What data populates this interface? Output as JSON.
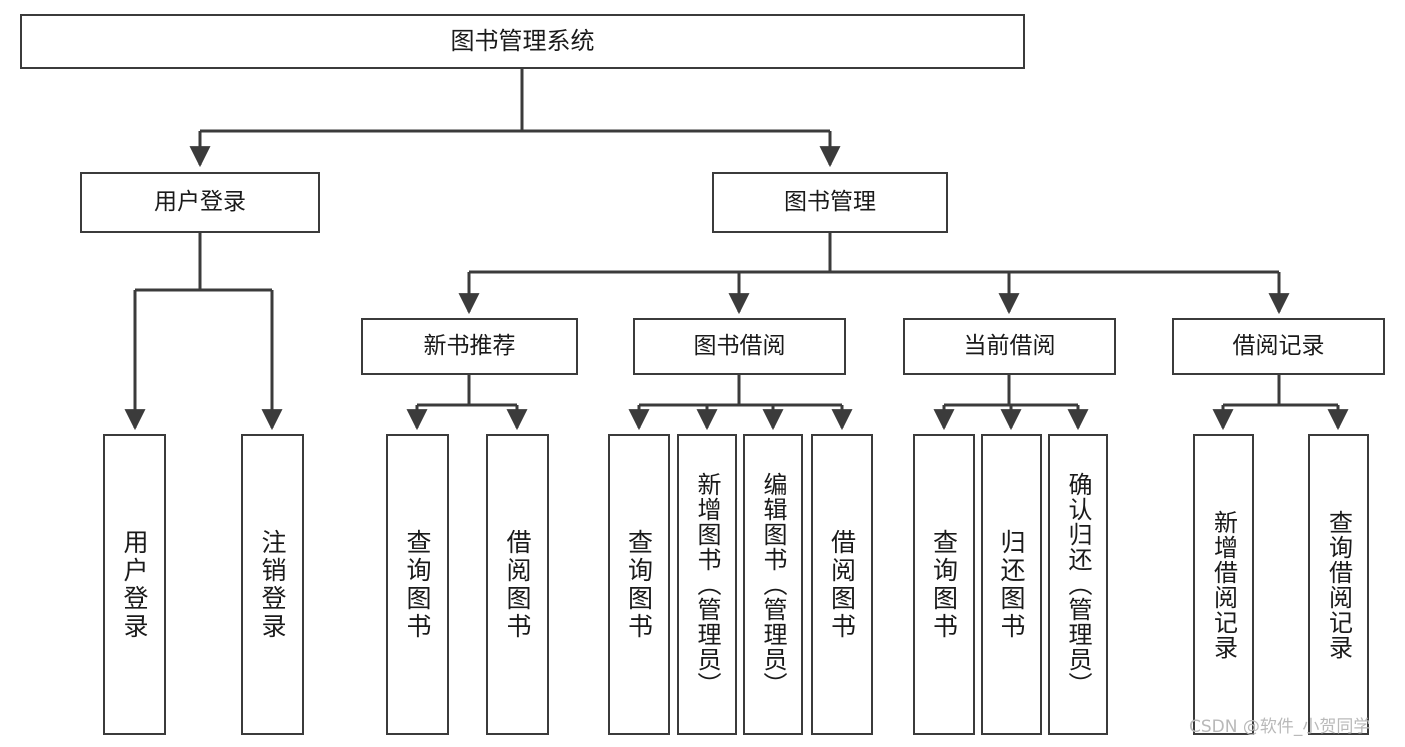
{
  "diagram": {
    "title": "图书管理系统",
    "root": {
      "id": "root",
      "label": "图书管理系统"
    },
    "level2": [
      {
        "id": "user-login",
        "label": "用户登录"
      },
      {
        "id": "book-management",
        "label": "图书管理"
      }
    ],
    "level3": [
      {
        "id": "new-book-recommend",
        "label": "新书推荐"
      },
      {
        "id": "book-borrow",
        "label": "图书借阅"
      },
      {
        "id": "current-borrow",
        "label": "当前借阅"
      },
      {
        "id": "borrow-record",
        "label": "借阅记录"
      }
    ],
    "leaves": {
      "user_login": [
        {
          "id": "leaf-user-login",
          "label": "用户登录"
        },
        {
          "id": "leaf-logout",
          "label": "注销登录"
        }
      ],
      "new_book_recommend": [
        {
          "id": "leaf-query-book-1",
          "label": "查询图书"
        },
        {
          "id": "leaf-borrow-book-1",
          "label": "借阅图书"
        }
      ],
      "book_borrow": [
        {
          "id": "leaf-query-book-2",
          "label": "查询图书"
        },
        {
          "id": "leaf-add-book",
          "label": "新增图书（管理员）"
        },
        {
          "id": "leaf-edit-book",
          "label": "编辑图书（管理员）"
        },
        {
          "id": "leaf-borrow-book-2",
          "label": "借阅图书"
        }
      ],
      "current_borrow": [
        {
          "id": "leaf-query-book-3",
          "label": "查询图书"
        },
        {
          "id": "leaf-return-book",
          "label": "归还图书"
        },
        {
          "id": "leaf-confirm-return",
          "label": "确认归还（管理员）"
        }
      ],
      "borrow_record": [
        {
          "id": "leaf-add-record",
          "label": "新增借阅记录"
        },
        {
          "id": "leaf-query-record",
          "label": "查询借阅记录"
        }
      ]
    },
    "colors": {
      "box_border": "#3b3b3b",
      "box_fill": "#ffffff",
      "connector": "#3b3b3b",
      "text": "#1a1a1a",
      "background": "#ffffff",
      "watermark": "#b9b9b9"
    }
  },
  "watermark": {
    "text": "CSDN @软件_小贺同学"
  }
}
